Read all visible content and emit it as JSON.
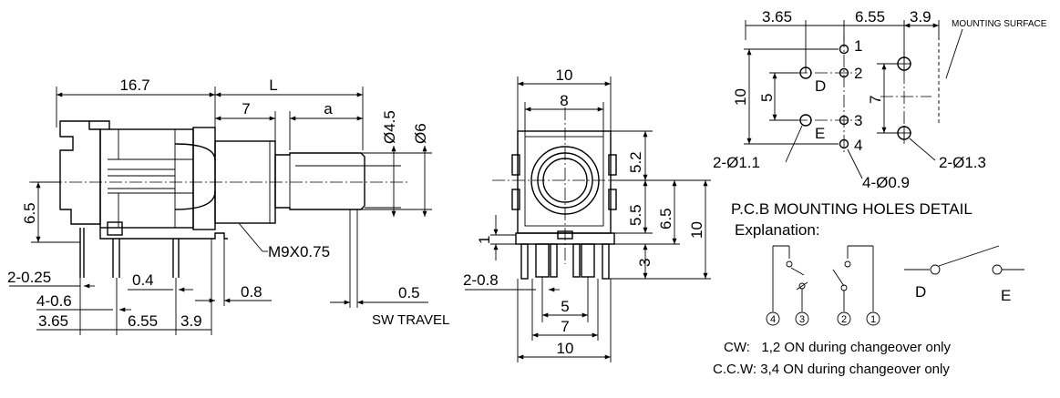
{
  "side_view": {
    "dim_overall_length": "16.7",
    "dim_shaft_length": "L",
    "dim_bushing": "7",
    "dim_flat": "a",
    "dim_dia_small": "Ø4.5",
    "dim_dia_large": "Ø6",
    "dim_height": "6.5",
    "thread": "M9X0.75",
    "dim_pin_025": "2-0.25",
    "dim_pin_04": "0.4",
    "dim_pin_06": "4-0.6",
    "dim_08": "0.8",
    "dim_365": "3.65",
    "dim_655": "6.55",
    "dim_39": "3.9",
    "dim_travel": "0.5",
    "sw_travel": "SW TRAVEL"
  },
  "front_view": {
    "dim_width": "10",
    "dim_inner": "8",
    "dim_52": "5.2",
    "dim_55": "5.5",
    "dim_65": "6.5",
    "dim_10_right": "10",
    "dim_1": "1",
    "dim_3": "3",
    "dim_pin_08": "2-0.8",
    "dim_5": "5",
    "dim_7": "7",
    "dim_10_bottom": "10"
  },
  "pcb_layout": {
    "dim_365": "3.65",
    "dim_655": "6.55",
    "dim_39": "3.9",
    "mounting_surface": "MOUNTING SURFACE",
    "dim_10": "10",
    "dim_5": "5",
    "dim_7": "7",
    "hole_labels": [
      "1",
      "2",
      "3",
      "4"
    ],
    "label_d": "D",
    "label_e": "E",
    "hole_2_11": "2-Ø1.1",
    "hole_4_09": "4-Ø0.9",
    "hole_2_13": "2-Ø1.3"
  },
  "pcb_title": "P.C.B  MOUNTING  HOLES DETAIL",
  "explanation": {
    "heading": "Explanation:",
    "terminals": [
      "4",
      "3",
      "2",
      "1"
    ],
    "switch_d": "D",
    "switch_e": "E",
    "cw": "CW:   1,2 ON during changeover only",
    "ccw": "C.C.W: 3,4 ON during changeover only"
  }
}
